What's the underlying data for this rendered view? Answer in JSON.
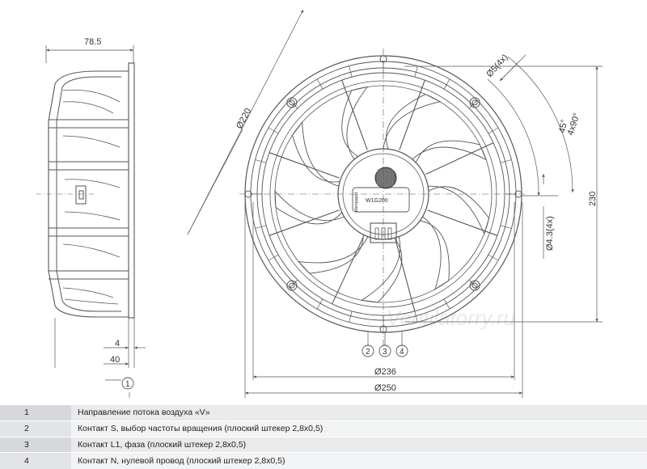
{
  "dimensions": {
    "side_width": "78.5",
    "depth_small": "4",
    "depth_large": "40",
    "diameter_220": "Ø220",
    "hole_top": "Ø5(4x)",
    "angle_4x90": "4x90°",
    "angle_45": "45°",
    "height_230": "230",
    "hole_side": "Ø4.3(4x)",
    "diameter_236": "Ø236",
    "diameter_250": "Ø250"
  },
  "callouts": [
    "1",
    "2",
    "3",
    "4"
  ],
  "hub": {
    "model_label": "W1G200",
    "brand_label": "ebmpapst"
  },
  "watermark": "Ventilatorry.ru",
  "legend": [
    {
      "num": "1",
      "text": "Направление потока воздуха «V»"
    },
    {
      "num": "2",
      "text": "Контакт S, выбор частоты вращения (плоский штекер 2,8x0,5)"
    },
    {
      "num": "3",
      "text": "Контакт L1, фаза (плоский штекер 2,8x0,5)"
    },
    {
      "num": "4",
      "text": "Контакт N, нулевой провод (плоский штекер 2,8x0,5)"
    }
  ],
  "colors": {
    "line": "#555555",
    "fill": "#ffffff",
    "legend_num_bg": "#d6d8dc",
    "legend_txt_bg": "#e9eaec"
  }
}
